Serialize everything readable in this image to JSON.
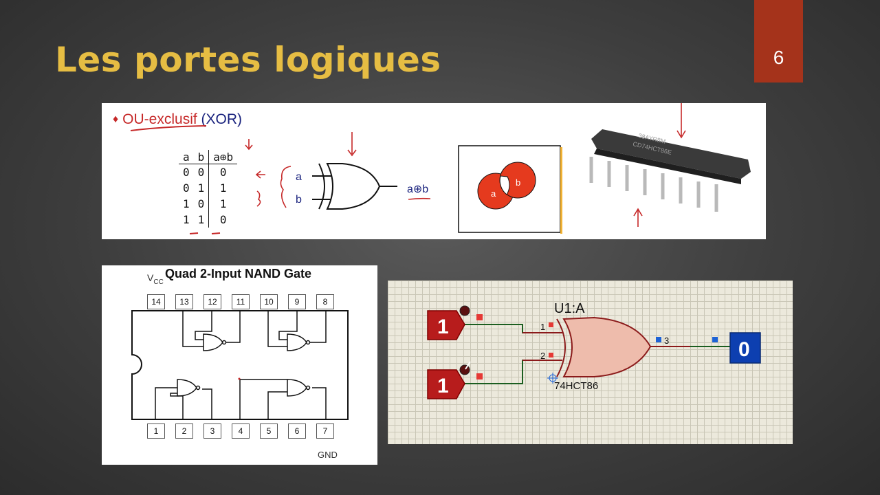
{
  "slide": {
    "title": "Les portes logiques",
    "number": "6"
  },
  "xor": {
    "heading_name": "OU-exclusif",
    "heading_type": "(XOR)",
    "table_headers": [
      "a",
      "b",
      "a⊕b"
    ],
    "table_rows": [
      [
        "0",
        "0",
        "0"
      ],
      [
        "0",
        "1",
        "1"
      ],
      [
        "1",
        "0",
        "1"
      ],
      [
        "1",
        "1",
        "0"
      ]
    ],
    "input_a": "a",
    "input_b": "b",
    "output": "a⊕b",
    "venn_a": "a",
    "venn_b": "b",
    "chip_marking_1": "38AYR8M",
    "chip_marking_2": "CD74HCT86E"
  },
  "nand_chip": {
    "title": "Quad 2-Input NAND Gate",
    "vcc": "V",
    "vcc_sub": "CC",
    "gnd": "GND",
    "top_pins": [
      "14",
      "13",
      "12",
      "11",
      "10",
      "9",
      "8"
    ],
    "bottom_pins": [
      "1",
      "2",
      "3",
      "4",
      "5",
      "6",
      "7"
    ]
  },
  "simulation": {
    "gate_label": "U1:A",
    "part_name": "74HCT86",
    "input1_value": "1",
    "input2_value": "1",
    "output_value": "0",
    "pin1": "1",
    "pin2": "2",
    "pin3": "3"
  },
  "colors": {
    "title": "#e6bd43",
    "accent": "#a5331b",
    "wire_red": "#8b1a1a",
    "wire_green": "#1b5e20"
  }
}
